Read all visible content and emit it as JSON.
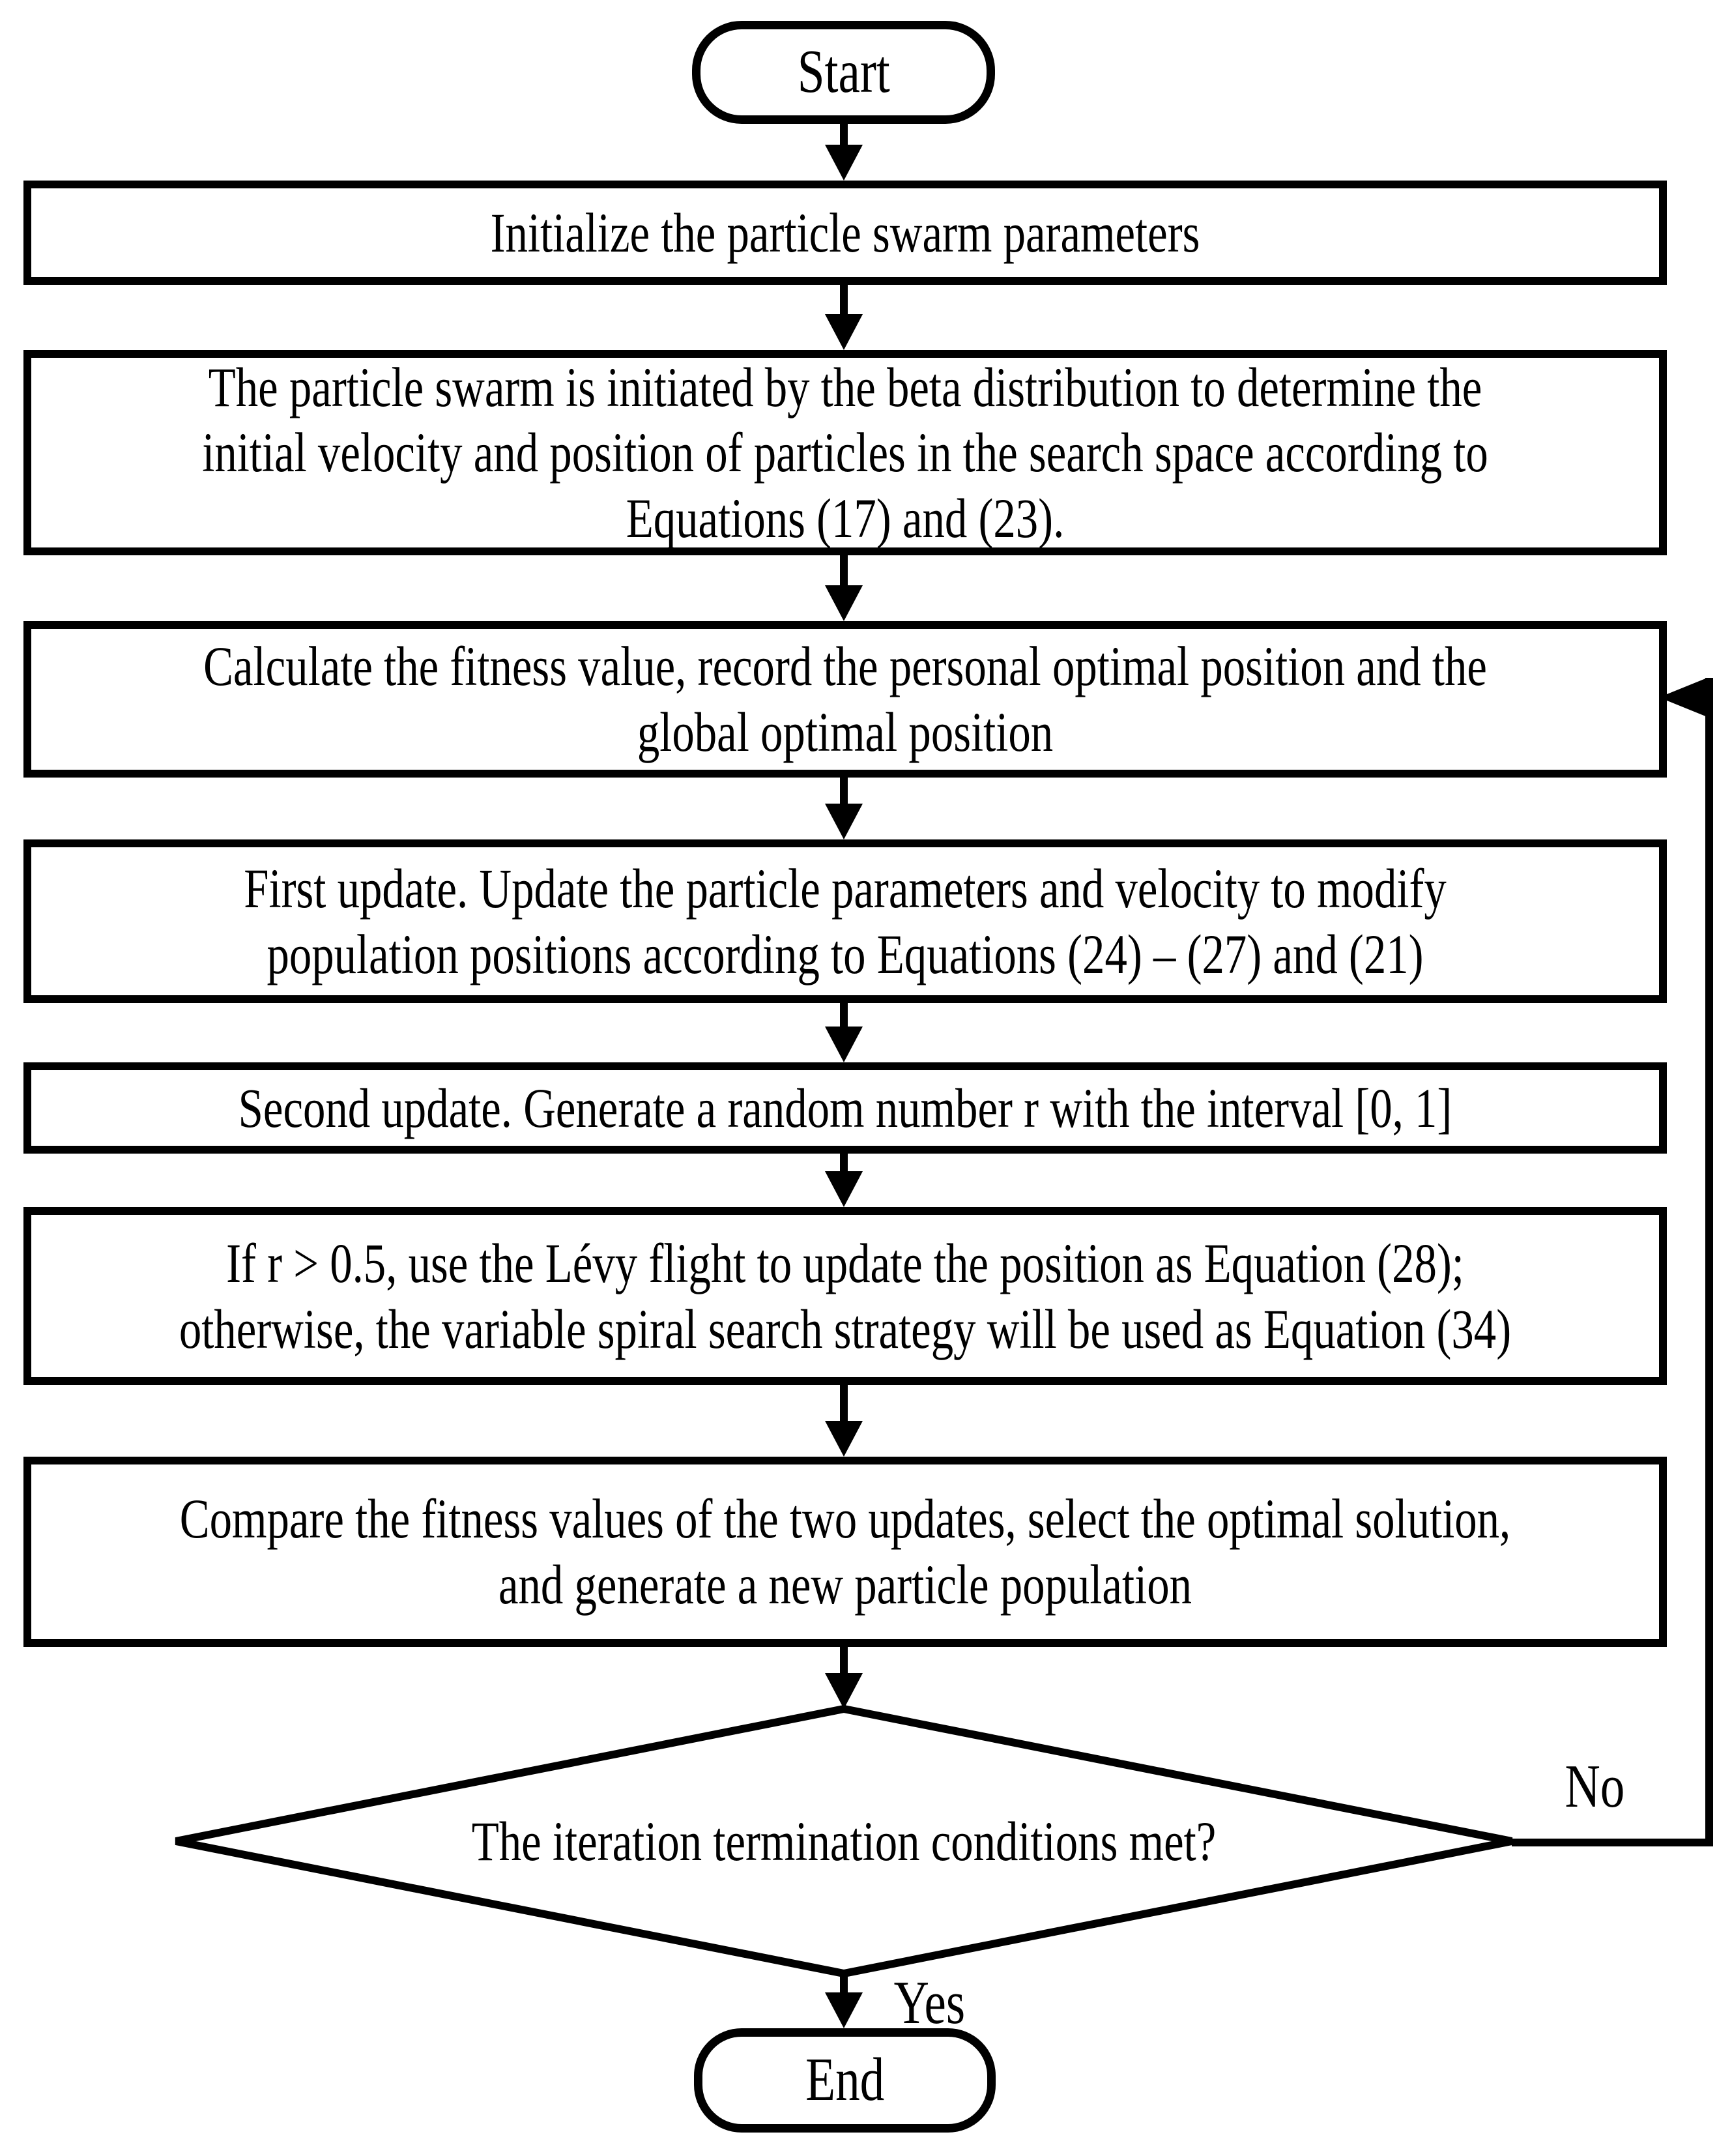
{
  "nodes": {
    "start": {
      "shape": "terminal",
      "label": "Start"
    },
    "init": {
      "shape": "process",
      "label": "Initialize the particle swarm parameters"
    },
    "beta_init": {
      "shape": "process",
      "label": "The particle swarm is initiated by the beta distribution to determine the\ninitial velocity and position of particles in the search space according to\nEquations (17) and (23)."
    },
    "fitness": {
      "shape": "process",
      "label": "Calculate the fitness value, record the personal optimal position and the\nglobal optimal position"
    },
    "first_update": {
      "shape": "process",
      "label": "First update. Update the particle parameters and velocity to modify\npopulation positions according to Equations (24) – (27) and (21)"
    },
    "second_update": {
      "shape": "process",
      "label": "Second update. Generate a random number r with the interval [0, 1]"
    },
    "levy_spiral": {
      "shape": "process",
      "label": "If r > 0.5, use the Lévy flight to update the position as Equation (28);\notherwise, the variable spiral search strategy will be used as Equation (34)"
    },
    "compare": {
      "shape": "process",
      "label": "Compare the fitness values of the two updates, select the optimal solution,\nand generate a new particle population"
    },
    "decision": {
      "shape": "decision",
      "label": "The iteration termination conditions met?"
    },
    "end": {
      "shape": "terminal",
      "label": "End"
    }
  },
  "edges": {
    "no_label": "No",
    "yes_label": "Yes"
  },
  "colors": {
    "line": "#000000",
    "fill": "#ffffff",
    "text": "#000000"
  }
}
